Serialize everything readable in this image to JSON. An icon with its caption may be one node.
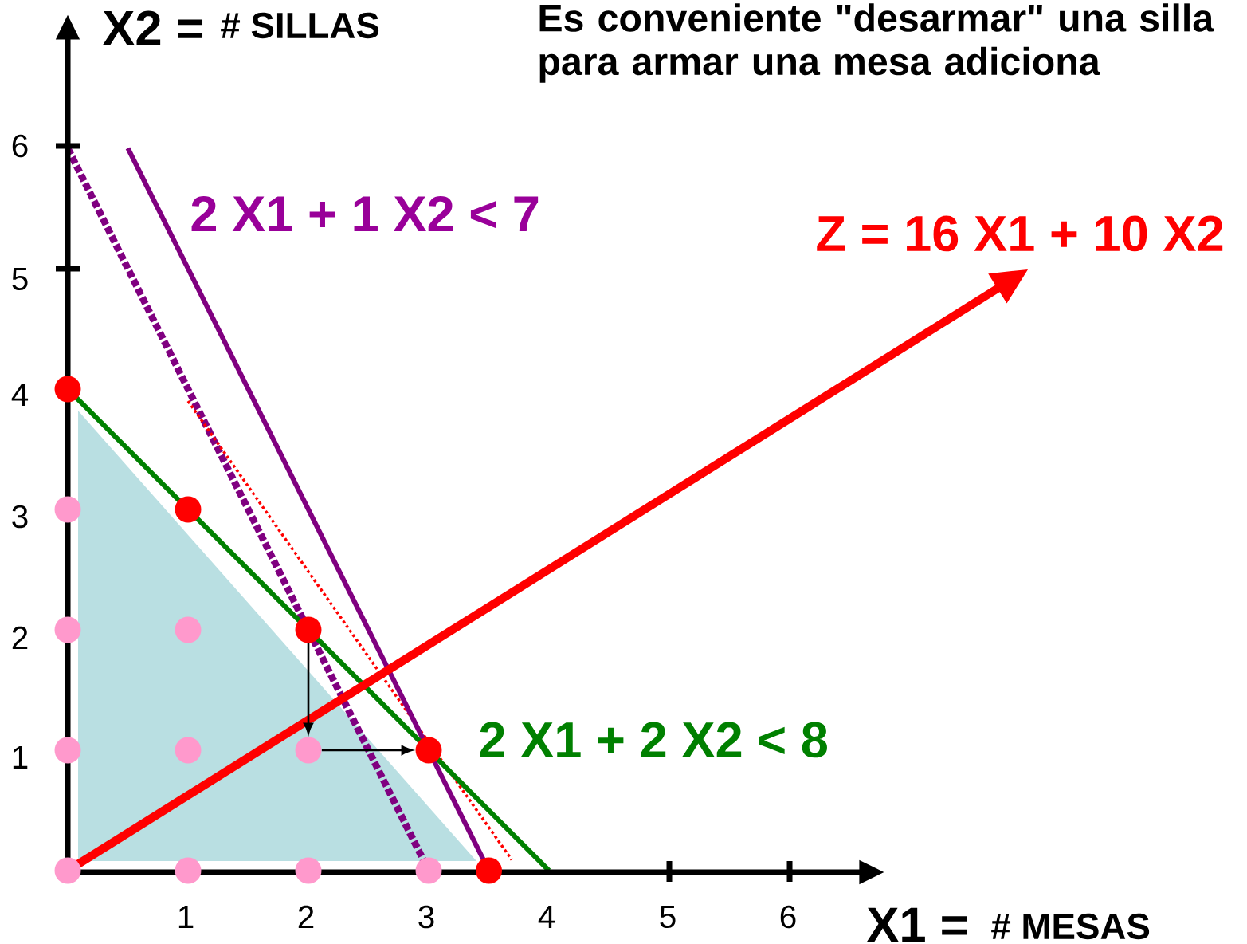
{
  "diagram": {
    "nodes": [
      {
        "text": [],
        "shape": "circle"
      },
      {
        "text": [],
        "shape": "circle"
      },
      {
        "text": [],
        "shape": "circle"
      },
      {
        "text": [],
        "shape": "circle"
      },
      {
        "text": [],
        "shape": "circle"
      },
      {
        "text": [],
        "shape": "circle"
      },
      {
        "text": [],
        "shape": "circle"
      },
      {
        "text": [],
        "shape": "circle"
      },
      {
        "text": [],
        "shape": "circle"
      },
      {
        "text": [],
        "shape": "circle"
      },
      {
        "text": [],
        "shape": "circle"
      },
      {
        "text": [],
        "shape": "circle"
      },
      {
        "text": [],
        "shape": "circle"
      },
      {
        "text": [],
        "shape": "circle"
      },
      {
        "text": [],
        "shape": "circle"
      }
    ],
    "edges": [
      {
        "from": 5,
        "to": 8,
        "arrow": "to"
      },
      {
        "from": 8,
        "to": 9,
        "arrow": "to"
      }
    ],
    "labels": [
      "X2 =",
      "# SILLAS",
      "Es conveniente \"desarmar\" una silla para armar una mesa adiciona",
      "6",
      "5",
      "2 X1 + 1 X2 < 7",
      "Z = 16 X1 + 10 X2",
      "4",
      "3",
      "2",
      "2 X1 + 2 X2 < 8",
      "1",
      "1",
      "2",
      "3",
      "4",
      "5",
      "6",
      "X1 =",
      "# MESAS"
    ]
  }
}
